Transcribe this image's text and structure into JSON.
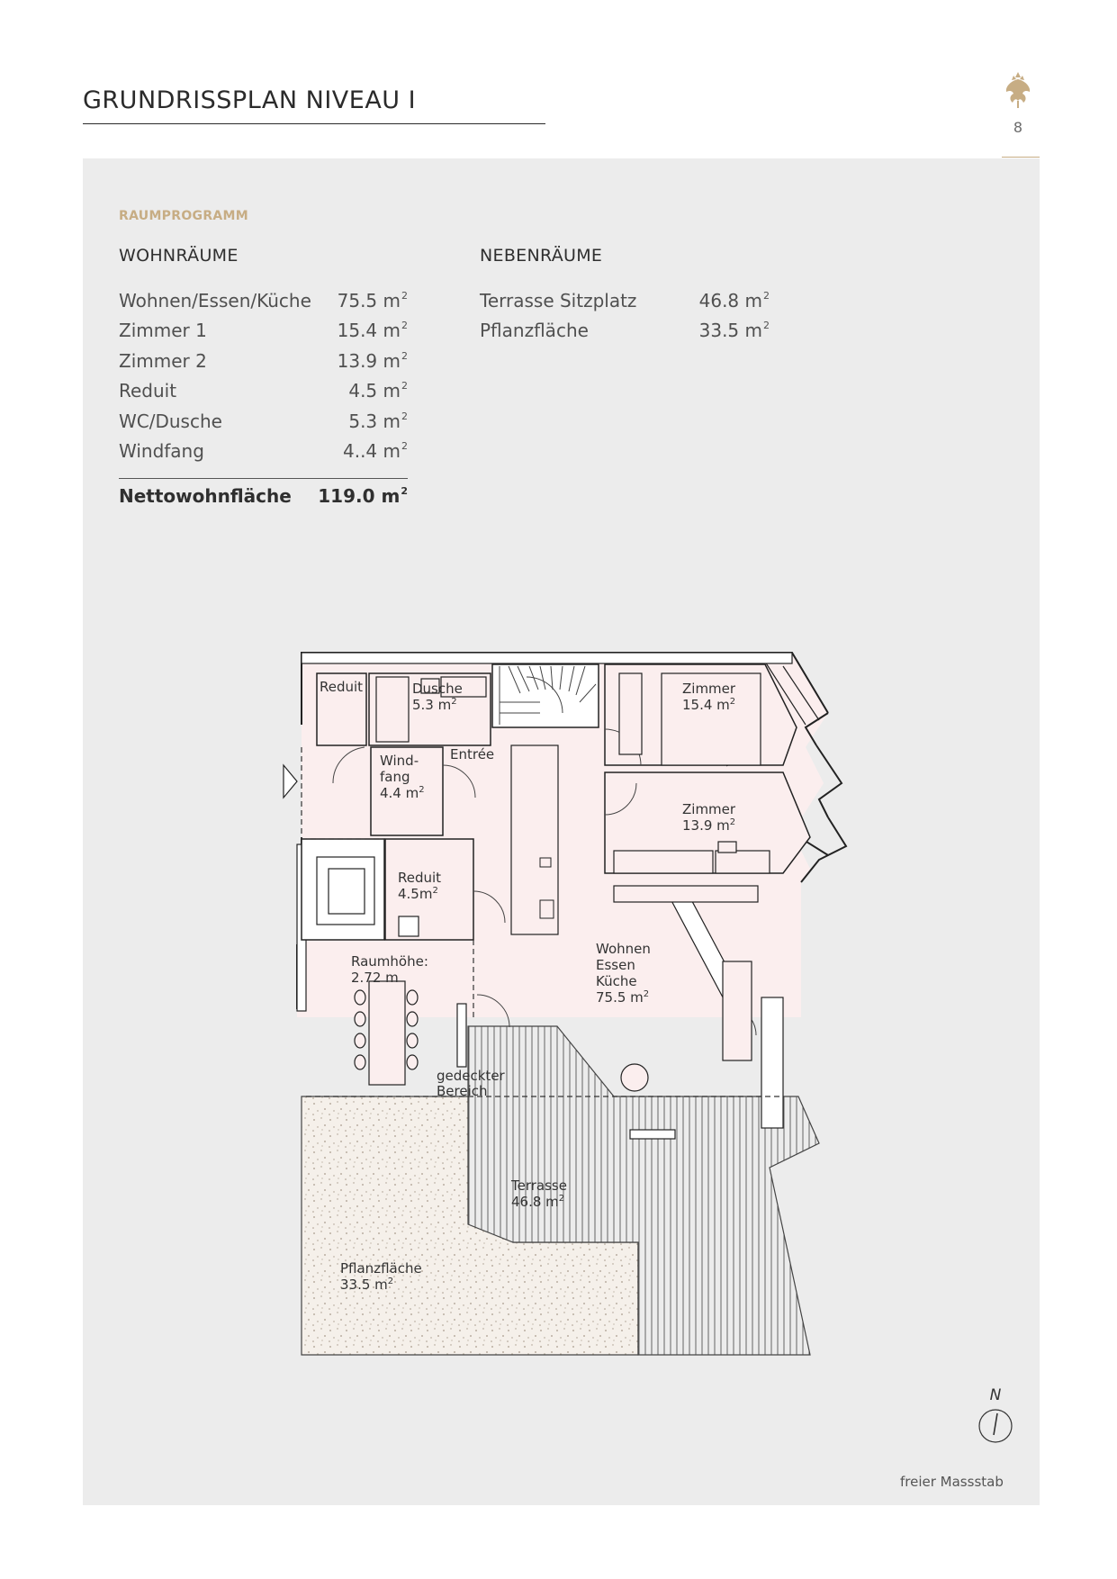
{
  "header": {
    "title": "GRUNDRISSPLAN NIVEAU I",
    "page_number": "8"
  },
  "raumprogramm": {
    "label": "RAUMPROGRAMM",
    "wohnraeume": {
      "heading": "WOHNRÄUME",
      "rows": [
        {
          "name": "Wohnen/Essen/Küche",
          "value": "75.5 m",
          "unit_sup": "2"
        },
        {
          "name": "Zimmer 1",
          "value": "15.4 m",
          "unit_sup": "2"
        },
        {
          "name": "Zimmer 2",
          "value": "13.9 m",
          "unit_sup": "2"
        },
        {
          "name": "Reduit",
          "value": "4.5 m",
          "unit_sup": "2"
        },
        {
          "name": "WC/Dusche",
          "value": "5.3 m",
          "unit_sup": "2"
        },
        {
          "name": "Windfang",
          "value": "4..4 m",
          "unit_sup": "2"
        }
      ],
      "total": {
        "name": "Nettowohnfläche",
        "value": "119.0 m",
        "unit_sup": "2"
      }
    },
    "nebenraeume": {
      "heading": "NEBENRÄUME",
      "rows": [
        {
          "name": "Terrasse Sitzplatz",
          "value": "46.8 m",
          "unit_sup": "2"
        },
        {
          "name": "Pflanzfläche",
          "value": "33.5 m",
          "unit_sup": "2"
        }
      ]
    }
  },
  "plan": {
    "labels": {
      "reduit_top": "Reduit",
      "dusche": "Dusche",
      "dusche_area": "5.3 m",
      "entree": "Entrée",
      "windfang_1": "Wind-",
      "windfang_2": "fang",
      "windfang_area": "4.4 m",
      "zimmer1": "Zimmer",
      "zimmer1_area": "15.4 m",
      "zimmer2": "Zimmer",
      "zimmer2_area": "13.9 m",
      "reduit2": "Reduit",
      "reduit2_area": "4.5m",
      "raumhoehe_1": "Raumhöhe:",
      "raumhoehe_2": "2.72 m",
      "wohnen_1": "Wohnen",
      "wohnen_2": "Essen",
      "wohnen_3": "Küche",
      "wohnen_area": "75.5 m",
      "gedeckter_1": "gedeckter",
      "gedeckter_2": "Bereich",
      "terrasse": "Terrasse",
      "terrasse_area": "46.8 m",
      "pflanz": "Pflanzfläche",
      "pflanz_area": "33.5 m",
      "sup": "2"
    }
  },
  "footer": {
    "north_label": "N",
    "scale_note": "freier Massstab"
  },
  "colors": {
    "accent": "#c7ad84",
    "panel": "#ececec",
    "interior": "#fbeeee",
    "planting": "#f5f0ea"
  }
}
